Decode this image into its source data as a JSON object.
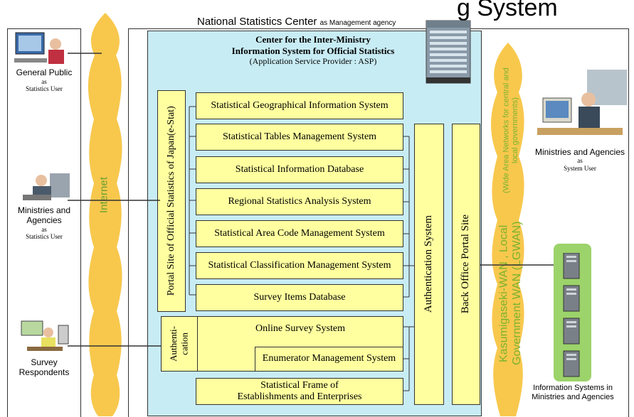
{
  "title_partial": "g System",
  "center": {
    "name": "National Statistics Center",
    "role": "as Management agency",
    "title_line1": "Center for the Inter-Ministry",
    "title_line2": "Information System for Official Statistics",
    "subtitle": "(Application Service Provider : ASP)"
  },
  "internet_label": "Internet",
  "portal": {
    "line1": "Portal Site of Official Statistics of Japan",
    "line2": "(e-Stat)"
  },
  "systems": [
    "Statistical Geographical Information System",
    "Statistical Tables Management System",
    "Statistical Information Database",
    "Regional Statistics Analysis System",
    "Statistical Area Code Management System",
    "Statistical Classification Management System",
    "Survey Items Database"
  ],
  "authentication_small": "Authenti-\ncation",
  "online_survey": "Online Survey System",
  "enumerator": "Enumerator Management System",
  "frame": {
    "line1": "Statistical Frame of",
    "line2": "Establishments and Enterprises"
  },
  "auth_system": "Authentication System",
  "back_office": "Back Office Portal Site",
  "lgwan": {
    "line1": "Kasumigaseki-WAN , Local Government WAN (LGWAN)",
    "line2": "(Wide Area Networks for central and local governments)"
  },
  "users_left": [
    {
      "name": "General Public",
      "as": "as",
      "role": "Statistics User"
    },
    {
      "name": "Ministries and\nAgencies",
      "as": "as",
      "role": "Statistics User"
    },
    {
      "name": "Survey\nRespondents",
      "as": "",
      "role": ""
    }
  ],
  "users_right": {
    "name": "Ministries and Agencies",
    "as": "as",
    "role": "System User"
  },
  "info_systems": {
    "line1": "Information Systems in",
    "line2": "Ministries and Agencies"
  },
  "colors": {
    "panel": "#c8ecf4",
    "box": "#ffffa0",
    "internet": "#f7c23a",
    "lgwan_text": "#7ab32e",
    "server_panel": "#9cd36a"
  }
}
